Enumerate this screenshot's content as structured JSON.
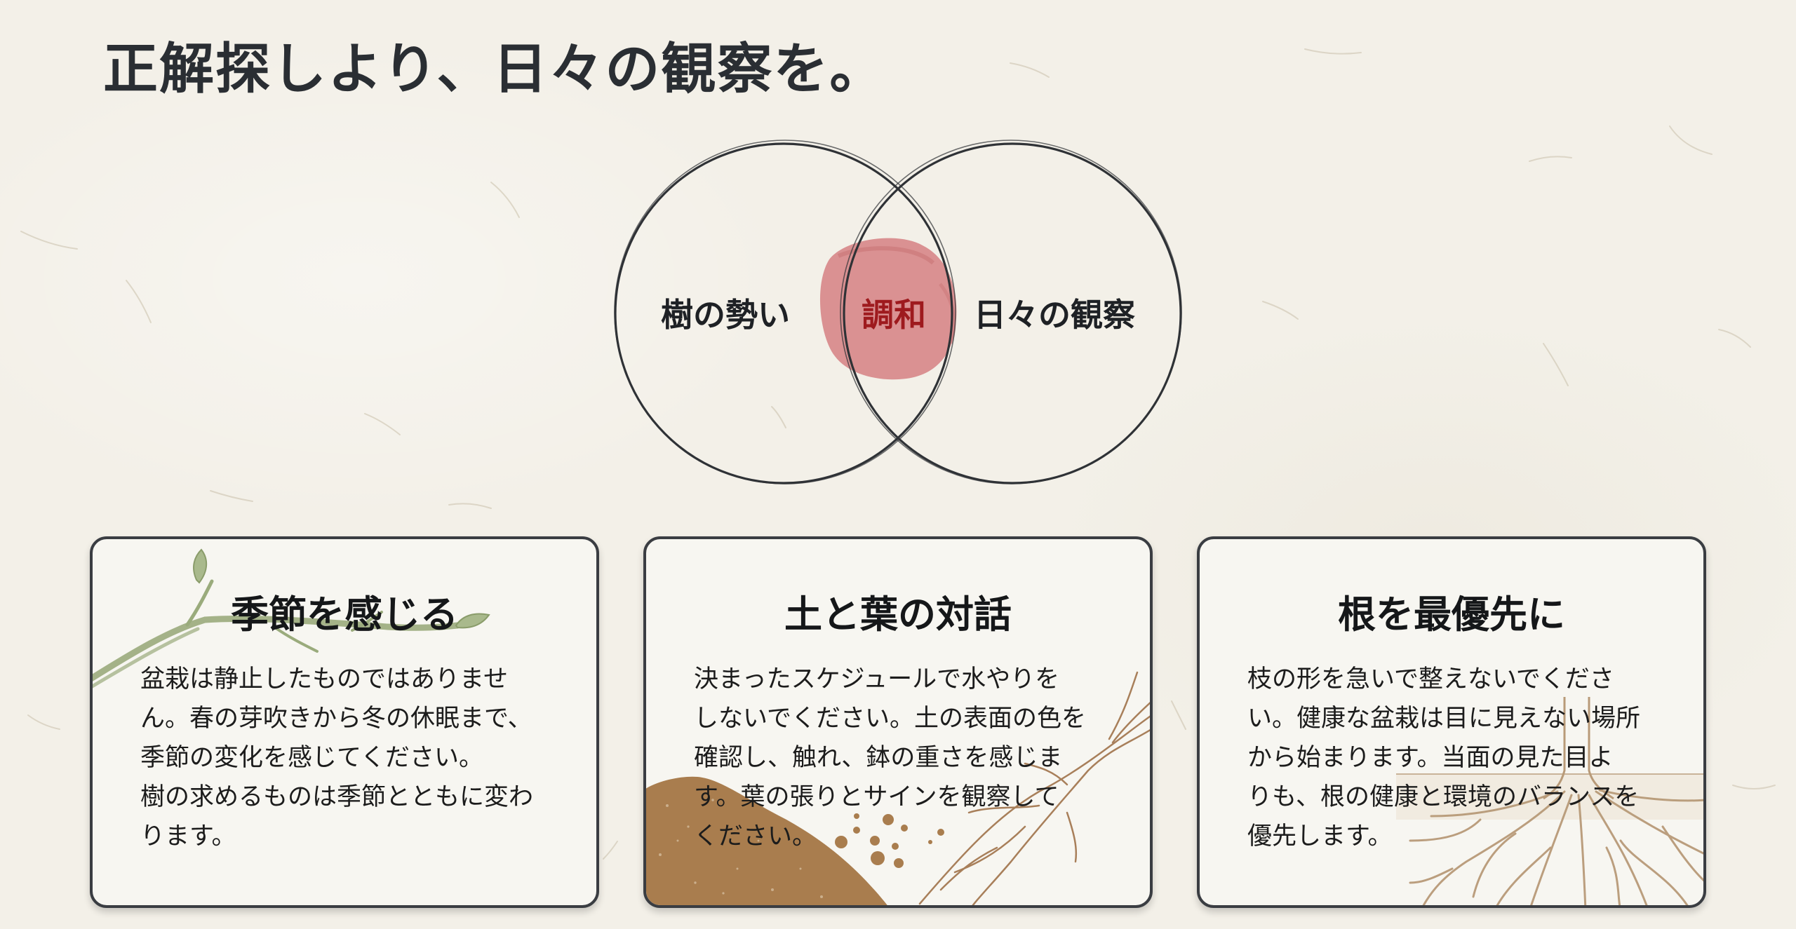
{
  "page": {
    "title": "正解探しより、日々の観察を。",
    "background_color": "#f3f0e8"
  },
  "venn": {
    "left_label": "樹の勢い",
    "center_label": "調和",
    "right_label": "日々の観察",
    "circle_stroke_color": "#2f3236",
    "center_blot_color": "#d8898a",
    "center_text_color": "#9e1a1e"
  },
  "cards": [
    {
      "title": "季節を感じる",
      "illustration": "branch-with-leaves",
      "accent_color": "#9aab7c",
      "lines": [
        "盆栽は静止したものではありませ",
        "ん。春の芽吹きから冬の休眠まで、",
        "季節の変化を感じてください。",
        "樹の求めるものは季節とともに変わ",
        "ります。"
      ]
    },
    {
      "title": "土と葉の対話",
      "illustration": "soil-mound-and-roots",
      "accent_color": "#a97d4e",
      "lines": [
        "決まったスケジュールで水やりを",
        "しないでください。土の表面の色を",
        "確認し、触れ、鉢の重さを感じま",
        "す。葉の張りとサインを観察して",
        "ください。"
      ]
    },
    {
      "title": "根を最優先に",
      "illustration": "root-system",
      "accent_color": "#b89a78",
      "lines": [
        "枝の形を急いで整えないでくださ",
        "い。健康な盆栽は目に見えない場所",
        "から始まります。当面の見た目よ",
        "りも、根の健康と環境のバランスを",
        "優先します。"
      ]
    }
  ],
  "card_style": {
    "border_color": "#3a3d42",
    "background": "#f7f6f1"
  }
}
